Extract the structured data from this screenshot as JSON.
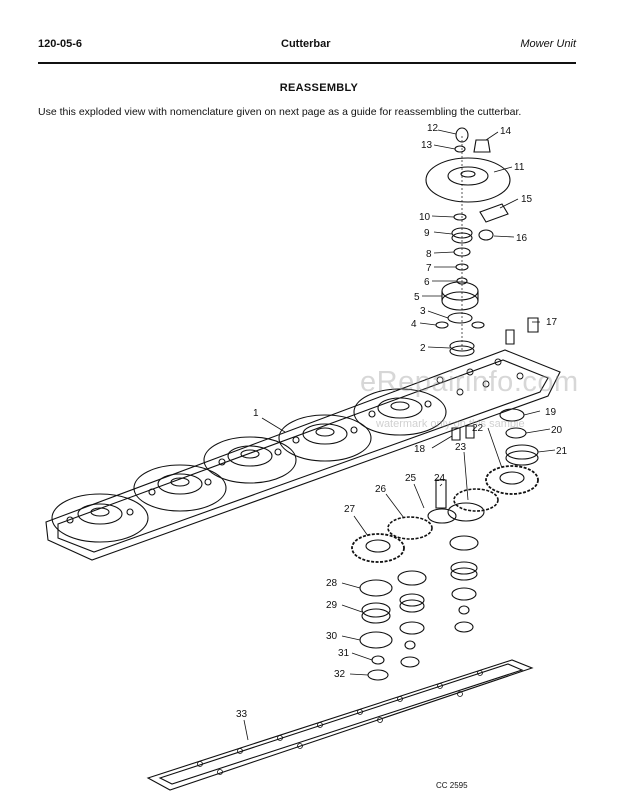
{
  "header": {
    "number": "120-05-6",
    "section": "Cutterbar",
    "unit": "Mower Unit"
  },
  "title": "REASSEMBLY",
  "intro": "Use this exploded view with nomenclature given on next page as a guide for reassembling the cutterbar.",
  "callouts": [
    "1",
    "2",
    "3",
    "4",
    "5",
    "6",
    "7",
    "8",
    "9",
    "10",
    "11",
    "12",
    "13",
    "14",
    "15",
    "16",
    "17",
    "18",
    "19",
    "20",
    "21",
    "22",
    "23",
    "24",
    "25",
    "26",
    "27",
    "28",
    "29",
    "30",
    "31",
    "32",
    "33"
  ],
  "watermark": {
    "main": "eRepairinfo.com",
    "sub": "watermark only on this sample"
  },
  "figure_code": "CC 2595"
}
